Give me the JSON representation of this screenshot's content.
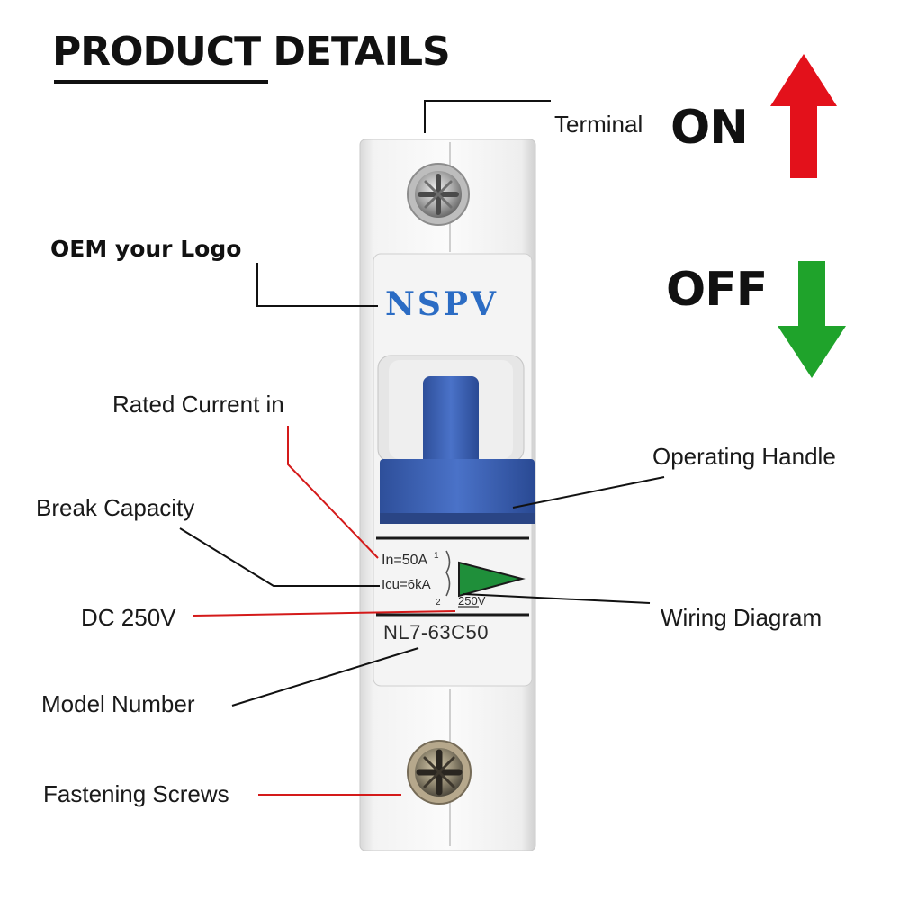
{
  "title": "PRODUCT DETAILS",
  "labels": {
    "terminal": "Terminal",
    "oem_logo": "OEM your Logo",
    "rated_current": "Rated Current in",
    "break_capacity": "Break Capacity",
    "dc_voltage": "DC 250V",
    "model_number": "Model Number",
    "fastening_screws": "Fastening Screws",
    "operating_handle": "Operating Handle",
    "wiring_diagram": "Wiring Diagram"
  },
  "states": {
    "on": "ON",
    "off": "OFF"
  },
  "breaker": {
    "brand": "NSPV",
    "rating": "In=50A",
    "icu": "Icu=6kA",
    "voltage": "250V",
    "model": "NL7-63C50",
    "terminal_top": "1",
    "terminal_bottom": "2"
  },
  "colors": {
    "on_arrow": "#e3111b",
    "off_arrow": "#1fa32b",
    "handle": "#3c63b8",
    "brand": "#2b6cc4",
    "red_leader": "#d41a1a",
    "leader": "#111111"
  },
  "icons": [
    "on-arrow-up-icon",
    "off-arrow-down-icon",
    "terminal-screw-icon",
    "fastening-screw-icon",
    "trip-indicator-icon"
  ]
}
